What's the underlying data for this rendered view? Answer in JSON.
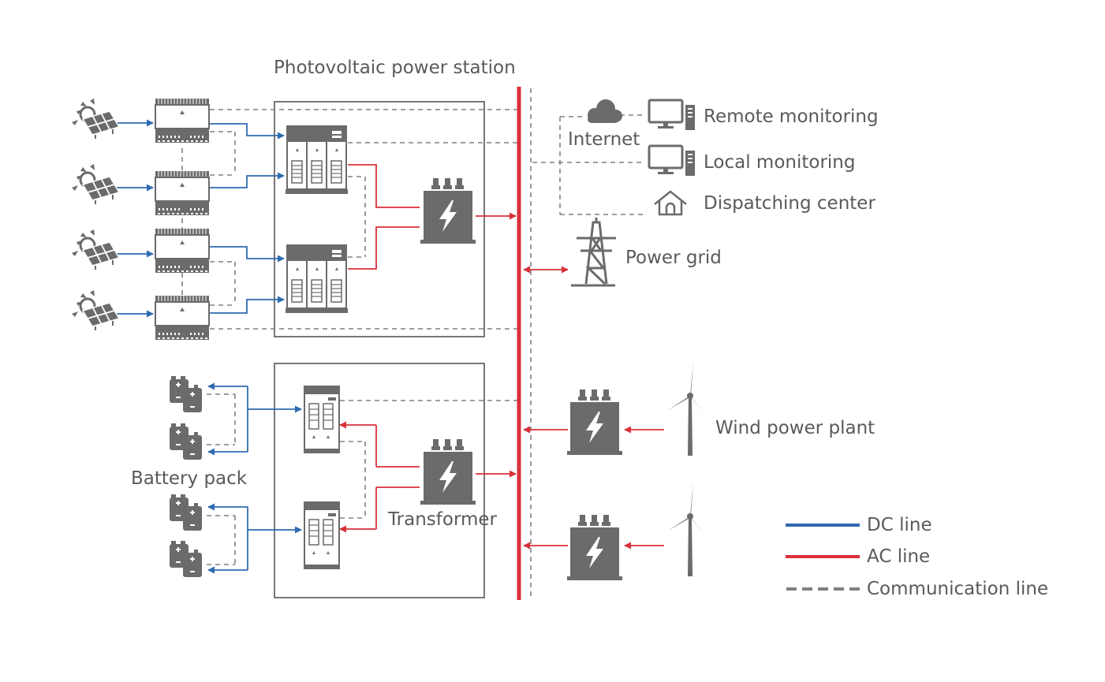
{
  "labels": {
    "pv_station": "Photovoltaic power station",
    "internet": "Internet",
    "remote_monitoring": "Remote monitoring",
    "local_monitoring": "Local monitoring",
    "dispatching_center": "Dispatching center",
    "power_grid": "Power grid",
    "wind_power_plant": "Wind power plant",
    "battery_pack": "Battery pack",
    "transformer": "Transformer"
  },
  "legend": {
    "dc": "DC line",
    "ac": "AC line",
    "comm": "Communication line"
  },
  "colors": {
    "dc_line": "#2f6bb0",
    "ac_line": "#d9303a",
    "comm_line": "#808080",
    "icon": "#6b6b6b",
    "box": "#777777",
    "text": "#5a5a5a"
  },
  "icons": {
    "solar": "solar-panel-icon",
    "inverter": "string-inverter-icon",
    "cabinet": "converter-cabinet-icon",
    "transformer": "transformer-icon",
    "battery": "battery-icon",
    "cloud": "cloud-icon",
    "computer": "computer-icon",
    "house": "house-icon",
    "tower": "transmission-tower-icon",
    "turbine": "wind-turbine-icon"
  }
}
